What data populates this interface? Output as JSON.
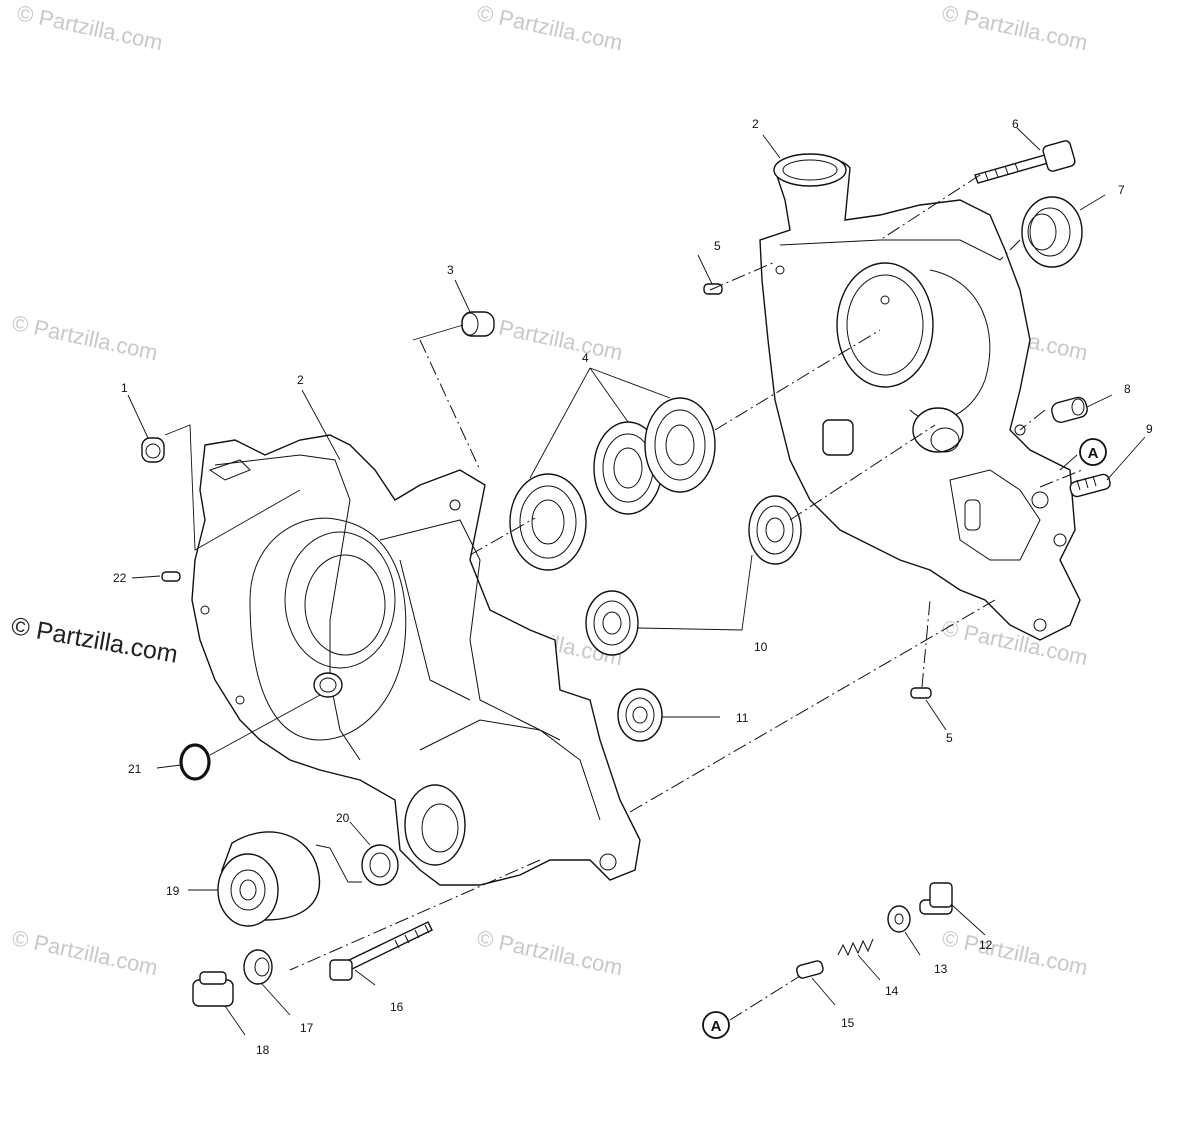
{
  "watermark": {
    "text": "© Partzilla.com",
    "main_text": "© Partzilla.com"
  },
  "callouts": {
    "c1": "1",
    "c2a": "2",
    "c2b": "2",
    "c3": "3",
    "c4": "4",
    "c5a": "5",
    "c5b": "5",
    "c6": "6",
    "c7": "7",
    "c8": "8",
    "c9": "9",
    "c10": "10",
    "c11": "11",
    "c12": "12",
    "c13": "13",
    "c14": "14",
    "c15": "15",
    "c16": "16",
    "c17": "17",
    "c18": "18",
    "c19": "19",
    "c20": "20",
    "c21": "21",
    "c22": "22"
  },
  "references": {
    "refA1": "A",
    "refA2": "A"
  }
}
